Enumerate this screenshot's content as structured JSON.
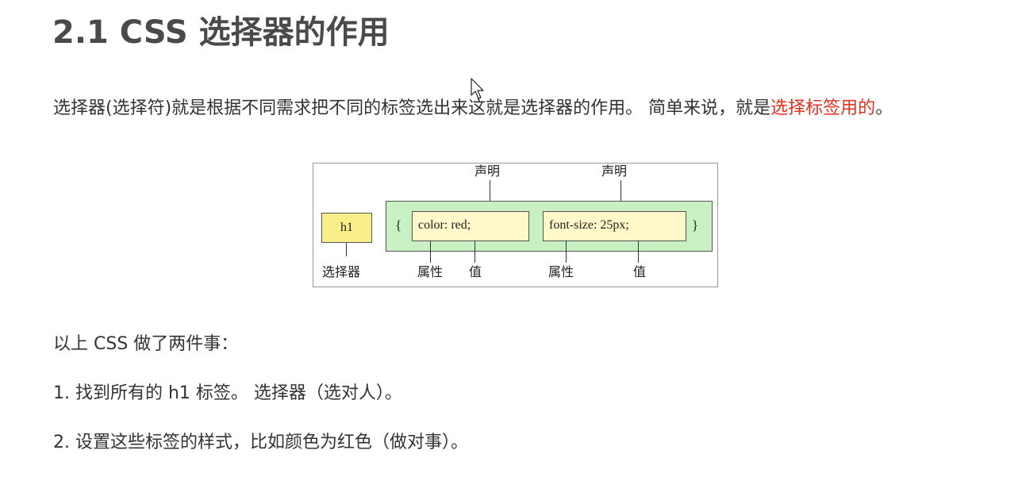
{
  "title": "2.1 CSS 选择器的作用",
  "intro": {
    "prefix": "选择器(选择符)就是根据不同需求把不同的标签选出来这就是选择器的作用。 简单来说，就是",
    "highlight": "选择标签用的",
    "suffix": "。",
    "highlight_color": "#e8301c"
  },
  "diagram": {
    "selector": "h1",
    "open_brace": "{",
    "close_brace": "}",
    "declarations": [
      {
        "text": "color: red;"
      },
      {
        "text": "font-size: 25px;"
      }
    ],
    "labels": {
      "declaration": "声明",
      "selector": "选择器",
      "property": "属性",
      "value": "值"
    },
    "colors": {
      "selector_box": "#f8ef8a",
      "declaration_block": "#c9f0c2",
      "declaration_box": "#fff8c8"
    }
  },
  "summary": "以上 CSS 做了两件事：",
  "points": [
    "1. 找到所有的 h1 标签。  选择器（选对人）。",
    "2. 设置这些标签的样式，比如颜色为红色（做对事）。"
  ]
}
